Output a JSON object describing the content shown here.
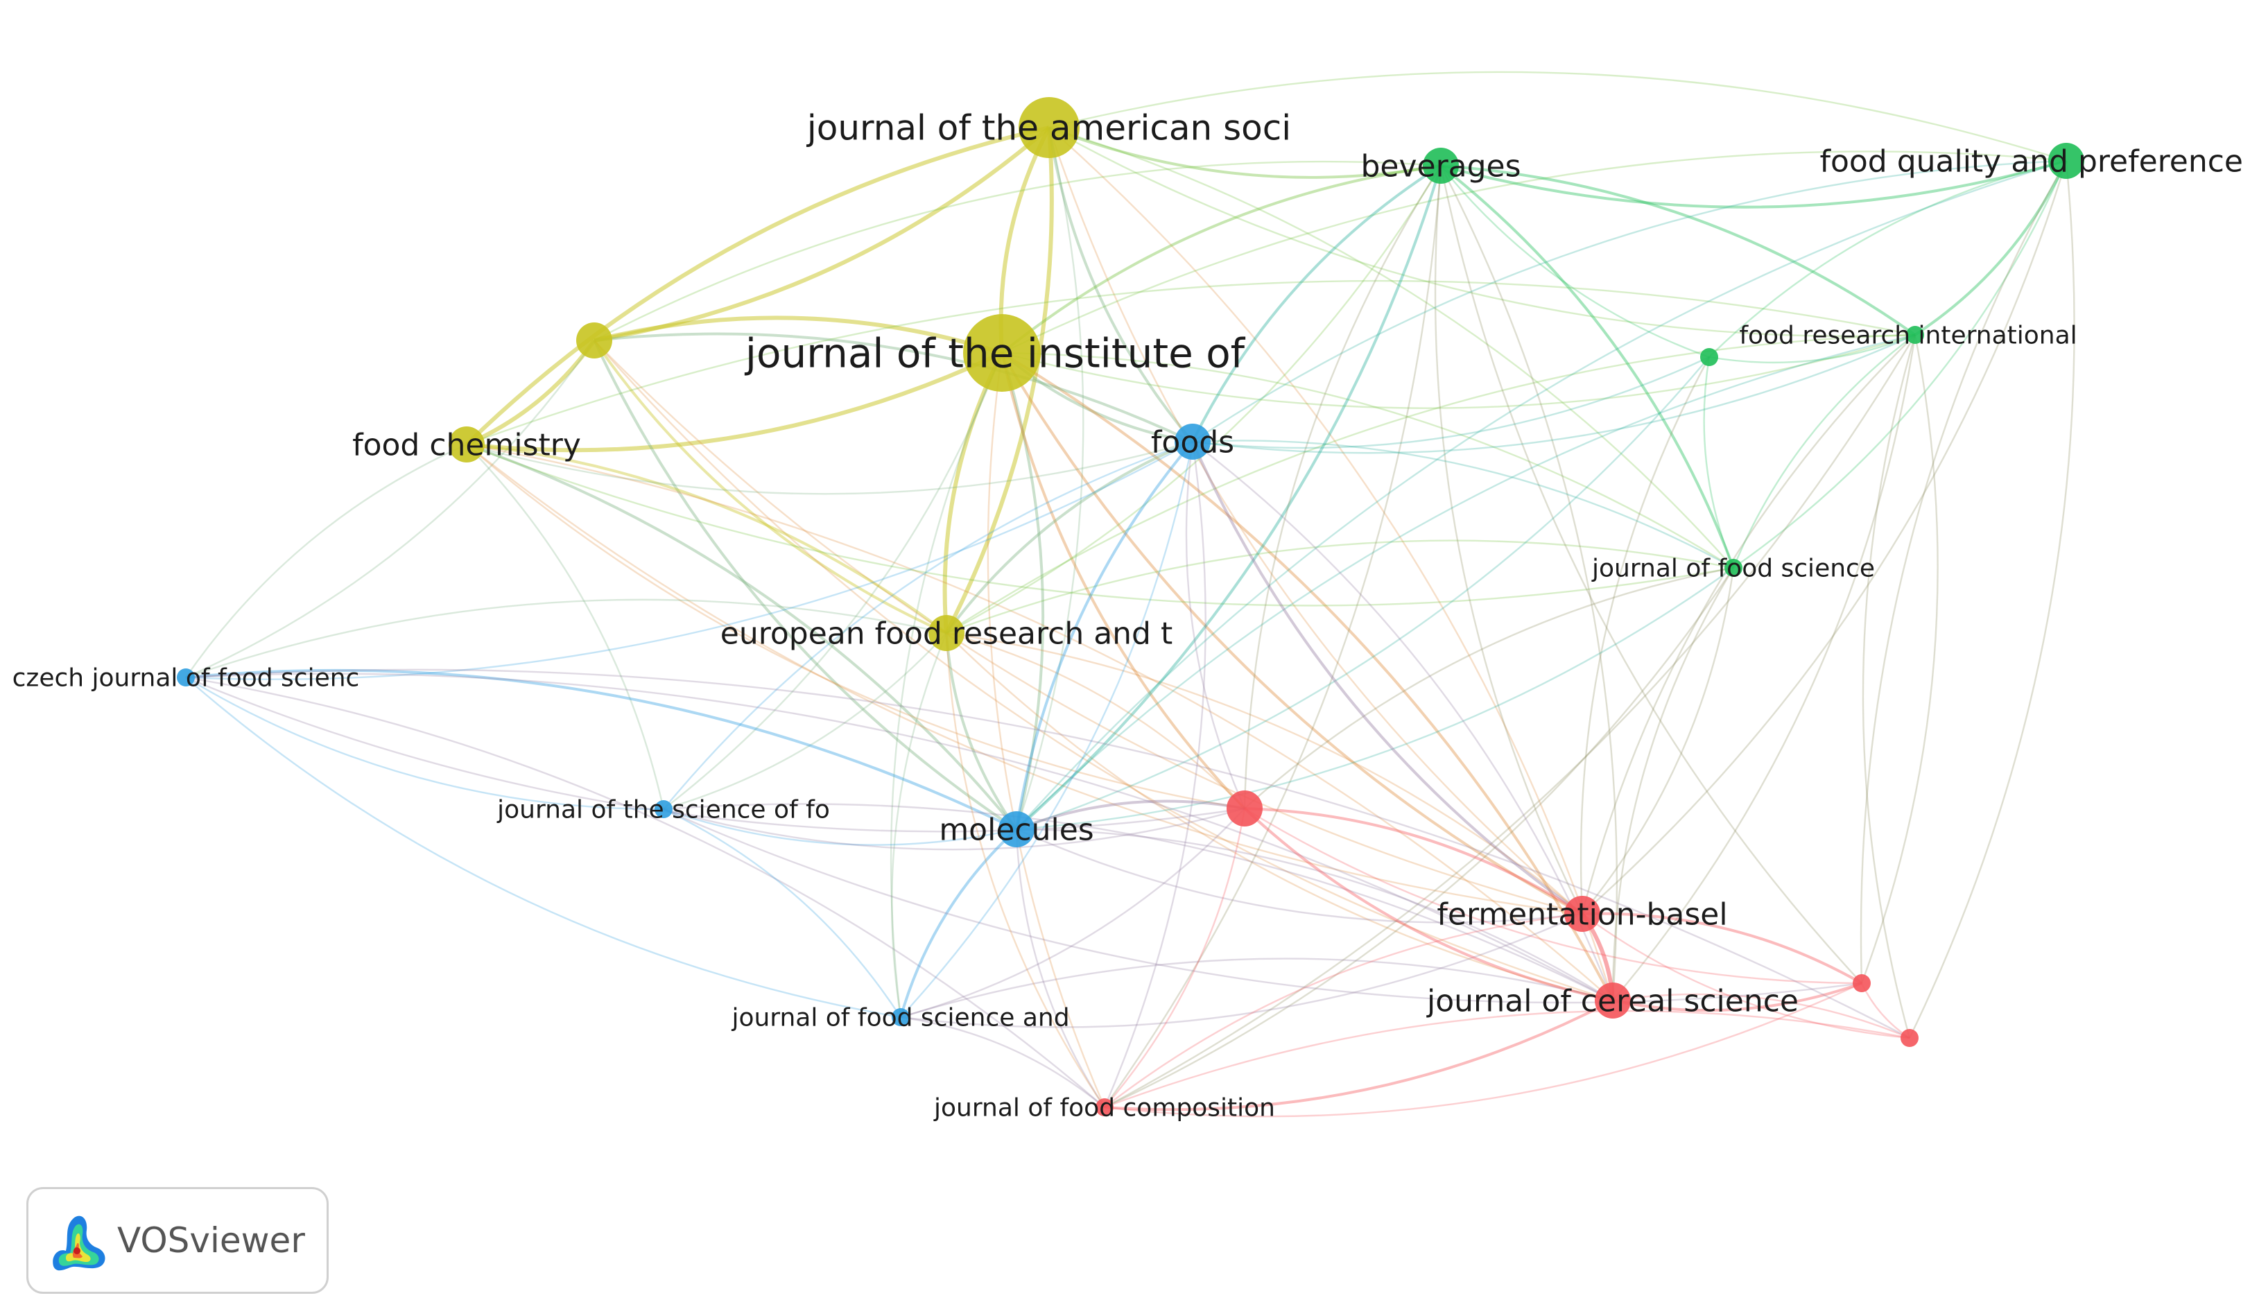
{
  "app": {
    "brand": "VOSviewer"
  },
  "colors": {
    "yellow": "#c8c420",
    "green": "#1fbe58",
    "blue": "#2f9ee0",
    "red": "#f4545a"
  },
  "nodes": [
    {
      "id": "jasbc",
      "label": "journal of the american soci",
      "cluster": "yellow",
      "weight": 3
    },
    {
      "id": "jib",
      "label": "journal of the institute of",
      "cluster": "yellow",
      "weight": 4
    },
    {
      "id": "y_unlabeled",
      "label": "",
      "cluster": "yellow",
      "weight": 2
    },
    {
      "id": "foodchem",
      "label": "food chemistry",
      "cluster": "yellow",
      "weight": 2
    },
    {
      "id": "efrt",
      "label": "european food research and t",
      "cluster": "yellow",
      "weight": 2
    },
    {
      "id": "beverages",
      "label": "beverages",
      "cluster": "green",
      "weight": 2
    },
    {
      "id": "fqp",
      "label": "food quality and preference",
      "cluster": "green",
      "weight": 2
    },
    {
      "id": "fri",
      "label": "food research international",
      "cluster": "green",
      "weight": 1
    },
    {
      "id": "g_unlabeled",
      "label": "",
      "cluster": "green",
      "weight": 1
    },
    {
      "id": "jfs",
      "label": "journal of food science",
      "cluster": "green",
      "weight": 1
    },
    {
      "id": "foods",
      "label": "foods",
      "cluster": "blue",
      "weight": 2
    },
    {
      "id": "czech",
      "label": "czech journal of food scienc",
      "cluster": "blue",
      "weight": 1
    },
    {
      "id": "jsfa",
      "label": "journal of the science of fo",
      "cluster": "blue",
      "weight": 1
    },
    {
      "id": "molecules",
      "label": "molecules",
      "cluster": "blue",
      "weight": 2
    },
    {
      "id": "jfst",
      "label": "journal of food science and",
      "cluster": "blue",
      "weight": 1
    },
    {
      "id": "r_unlabeled1",
      "label": "",
      "cluster": "red",
      "weight": 2
    },
    {
      "id": "fermentation",
      "label": "fermentation-basel",
      "cluster": "red",
      "weight": 2
    },
    {
      "id": "jcs",
      "label": "journal of cereal science",
      "cluster": "red",
      "weight": 2
    },
    {
      "id": "jfca",
      "label": "journal of food composition",
      "cluster": "red",
      "weight": 1
    },
    {
      "id": "r_unlabeled2",
      "label": "",
      "cluster": "red",
      "weight": 1
    },
    {
      "id": "r_unlabeled3",
      "label": "",
      "cluster": "red",
      "weight": 1
    }
  ],
  "links": [
    [
      "jasbc",
      "jib",
      3
    ],
    [
      "jasbc",
      "y_unlabeled",
      3
    ],
    [
      "jasbc",
      "foodchem",
      3
    ],
    [
      "jasbc",
      "efrt",
      3
    ],
    [
      "jasbc",
      "beverages",
      2
    ],
    [
      "jasbc",
      "fqp",
      1
    ],
    [
      "jasbc",
      "foods",
      2
    ],
    [
      "jasbc",
      "molecules",
      1
    ],
    [
      "jasbc",
      "fermentation",
      1
    ],
    [
      "jasbc",
      "jcs",
      1
    ],
    [
      "jasbc",
      "fri",
      1
    ],
    [
      "jasbc",
      "jfs",
      1
    ],
    [
      "jib",
      "y_unlabeled",
      3
    ],
    [
      "jib",
      "foodchem",
      3
    ],
    [
      "jib",
      "efrt",
      3
    ],
    [
      "jib",
      "beverages",
      2
    ],
    [
      "jib",
      "foods",
      2
    ],
    [
      "jib",
      "molecules",
      2
    ],
    [
      "jib",
      "fermentation",
      2
    ],
    [
      "jib",
      "jcs",
      2
    ],
    [
      "jib",
      "r_unlabeled1",
      2
    ],
    [
      "jib",
      "fqp",
      1
    ],
    [
      "jib",
      "fri",
      1
    ],
    [
      "jib",
      "jfs",
      1
    ],
    [
      "jib",
      "jfst",
      1
    ],
    [
      "jib",
      "jsfa",
      1
    ],
    [
      "jib",
      "jfca",
      1
    ],
    [
      "y_unlabeled",
      "foodchem",
      3
    ],
    [
      "y_unlabeled",
      "efrt",
      2
    ],
    [
      "y_unlabeled",
      "foods",
      2
    ],
    [
      "y_unlabeled",
      "molecules",
      2
    ],
    [
      "y_unlabeled",
      "beverages",
      1
    ],
    [
      "y_unlabeled",
      "fermentation",
      1
    ],
    [
      "y_unlabeled",
      "czech",
      1
    ],
    [
      "y_unlabeled",
      "jcs",
      1
    ],
    [
      "foodchem",
      "efrt",
      2
    ],
    [
      "foodchem",
      "foods",
      1
    ],
    [
      "foodchem",
      "molecules",
      2
    ],
    [
      "foodchem",
      "czech",
      1
    ],
    [
      "foodchem",
      "jsfa",
      1
    ],
    [
      "foodchem",
      "fermentation",
      1
    ],
    [
      "foodchem",
      "jcs",
      1
    ],
    [
      "foodchem",
      "jfs",
      1
    ],
    [
      "foodchem",
      "fri",
      1
    ],
    [
      "foodchem",
      "r_unlabeled1",
      1
    ],
    [
      "efrt",
      "foods",
      2
    ],
    [
      "efrt",
      "molecules",
      2
    ],
    [
      "efrt",
      "fermentation",
      1
    ],
    [
      "efrt",
      "jcs",
      1
    ],
    [
      "efrt",
      "r_unlabeled1",
      1
    ],
    [
      "efrt",
      "jfst",
      1
    ],
    [
      "efrt",
      "jsfa",
      1
    ],
    [
      "efrt",
      "beverages",
      1
    ],
    [
      "efrt",
      "jfs",
      1
    ],
    [
      "efrt",
      "czech",
      1
    ],
    [
      "efrt",
      "fri",
      1
    ],
    [
      "beverages",
      "fqp",
      2
    ],
    [
      "beverages",
      "fri",
      2
    ],
    [
      "beverages",
      "g_unlabeled",
      1
    ],
    [
      "beverages",
      "jfs",
      2
    ],
    [
      "beverages",
      "foods",
      2
    ],
    [
      "beverages",
      "molecules",
      2
    ],
    [
      "beverages",
      "fermentation",
      1
    ],
    [
      "beverages",
      "jcs",
      1
    ],
    [
      "beverages",
      "r_unlabeled1",
      1
    ],
    [
      "beverages",
      "jfca",
      1
    ],
    [
      "beverages",
      "r_unlabeled2",
      1
    ],
    [
      "fqp",
      "fri",
      2
    ],
    [
      "fqp",
      "g_unlabeled",
      1
    ],
    [
      "fqp",
      "jfs",
      1
    ],
    [
      "fqp",
      "foods",
      1
    ],
    [
      "fqp",
      "fermentation",
      1
    ],
    [
      "fqp",
      "r_unlabeled2",
      1
    ],
    [
      "fqp",
      "r_unlabeled3",
      1
    ],
    [
      "fqp",
      "molecules",
      1
    ],
    [
      "fri",
      "g_unlabeled",
      1
    ],
    [
      "fri",
      "jfs",
      1
    ],
    [
      "fri",
      "foods",
      1
    ],
    [
      "fri",
      "molecules",
      1
    ],
    [
      "fri",
      "jcs",
      1
    ],
    [
      "fri",
      "fermentation",
      1
    ],
    [
      "fri",
      "r_unlabeled2",
      1
    ],
    [
      "fri",
      "r_unlabeled3",
      1
    ],
    [
      "fri",
      "jfca",
      1
    ],
    [
      "g_unlabeled",
      "jfs",
      1
    ],
    [
      "g_unlabeled",
      "foods",
      1
    ],
    [
      "g_unlabeled",
      "fermentation",
      1
    ],
    [
      "g_unlabeled",
      "molecules",
      1
    ],
    [
      "jfs",
      "foods",
      1
    ],
    [
      "jfs",
      "molecules",
      1
    ],
    [
      "jfs",
      "jcs",
      1
    ],
    [
      "jfs",
      "fermentation",
      1
    ],
    [
      "jfs",
      "r_unlabeled1",
      1
    ],
    [
      "jfs",
      "jfca",
      1
    ],
    [
      "foods",
      "molecules",
      2
    ],
    [
      "foods",
      "jfst",
      1
    ],
    [
      "foods",
      "jsfa",
      1
    ],
    [
      "foods",
      "czech",
      1
    ],
    [
      "foods",
      "fermentation",
      2
    ],
    [
      "foods",
      "jcs",
      1
    ],
    [
      "foods",
      "r_unlabeled1",
      1
    ],
    [
      "foods",
      "jfca",
      1
    ],
    [
      "czech",
      "jsfa",
      1
    ],
    [
      "czech",
      "molecules",
      2
    ],
    [
      "czech",
      "jfst",
      1
    ],
    [
      "czech",
      "jfca",
      1
    ],
    [
      "czech",
      "r_unlabeled1",
      1
    ],
    [
      "czech",
      "jcs",
      1
    ],
    [
      "jsfa",
      "molecules",
      1
    ],
    [
      "jsfa",
      "jfst",
      1
    ],
    [
      "jsfa",
      "r_unlabeled1",
      1
    ],
    [
      "jsfa",
      "jcs",
      1
    ],
    [
      "molecules",
      "jfst",
      2
    ],
    [
      "molecules",
      "r_unlabeled1",
      2
    ],
    [
      "molecules",
      "fermentation",
      1
    ],
    [
      "molecules",
      "jcs",
      1
    ],
    [
      "molecules",
      "jfca",
      1
    ],
    [
      "jfst",
      "jfca",
      1
    ],
    [
      "jfst",
      "r_unlabeled1",
      1
    ],
    [
      "jfst",
      "jcs",
      1
    ],
    [
      "jfst",
      "fermentation",
      1
    ],
    [
      "r_unlabeled1",
      "fermentation",
      2
    ],
    [
      "r_unlabeled1",
      "jcs",
      2
    ],
    [
      "r_unlabeled1",
      "jfca",
      1
    ],
    [
      "r_unlabeled1",
      "r_unlabeled2",
      1
    ],
    [
      "fermentation",
      "jcs",
      3
    ],
    [
      "fermentation",
      "jfca",
      1
    ],
    [
      "fermentation",
      "r_unlabeled2",
      2
    ],
    [
      "fermentation",
      "r_unlabeled3",
      1
    ],
    [
      "jcs",
      "jfca",
      2
    ],
    [
      "jcs",
      "r_unlabeled2",
      2
    ],
    [
      "jcs",
      "r_unlabeled3",
      1
    ],
    [
      "jfca",
      "r_unlabeled2",
      1
    ],
    [
      "jfca",
      "r_unlabeled3",
      1
    ],
    [
      "r_unlabeled2",
      "r_unlabeled3",
      1
    ],
    [
      "czech",
      "r_unlabeled3",
      1
    ],
    [
      "jsfa",
      "r_unlabeled2",
      1
    ],
    [
      "jfca",
      "efrt",
      1
    ]
  ]
}
